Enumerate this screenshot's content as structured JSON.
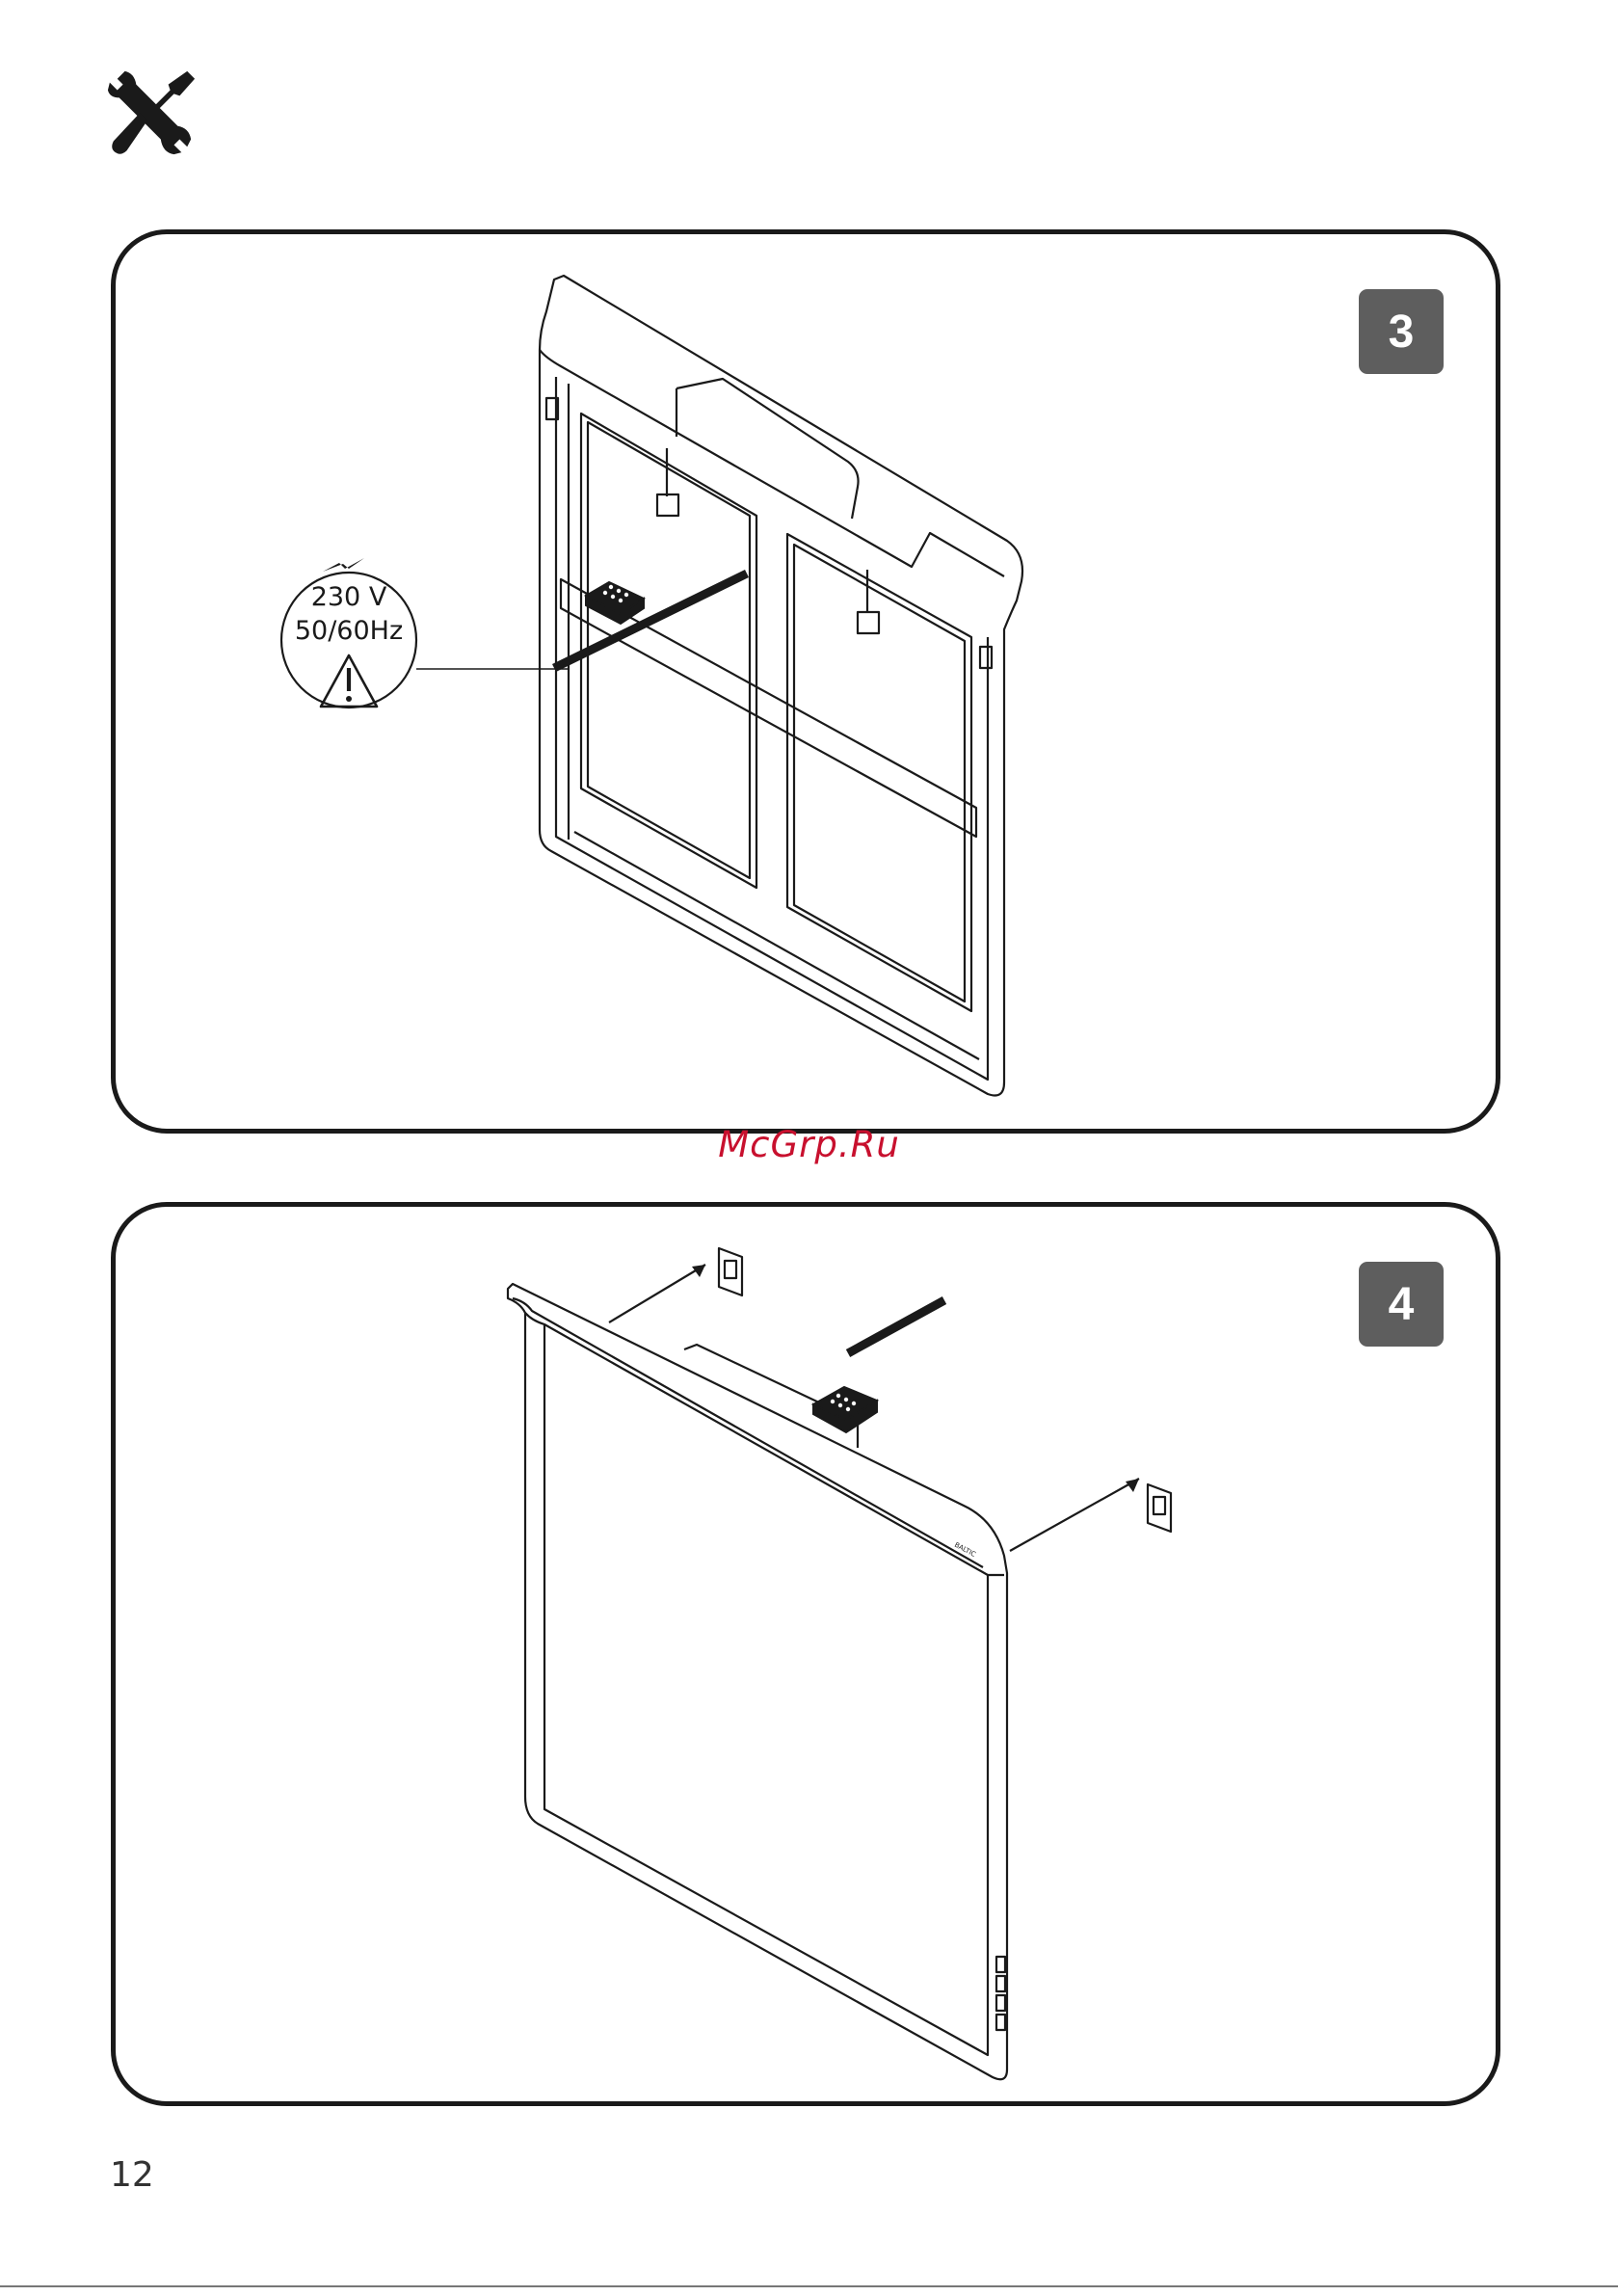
{
  "header": {
    "icon": "tools-icon"
  },
  "steps": [
    {
      "number": "3",
      "callout": {
        "voltage": "230 V",
        "frequency": "50/60Hz",
        "icons": [
          "electricity-icon",
          "warning-icon"
        ]
      }
    },
    {
      "number": "4"
    }
  ],
  "watermark": "McGrp.Ru",
  "footer": {
    "page_number": "12"
  }
}
